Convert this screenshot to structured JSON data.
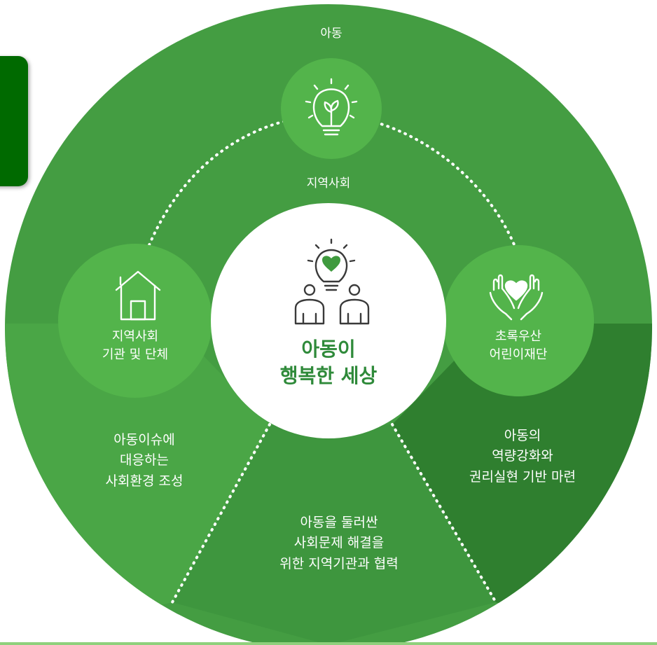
{
  "labels": {
    "top": "아동",
    "inner_top": "지역사회",
    "left_node": [
      "지역사회",
      "기관 및 단체"
    ],
    "right_node": [
      "초록우산",
      "어린이재단"
    ],
    "center": [
      "아동이",
      "행복한 세상"
    ],
    "segment_left": [
      "아동이슈에",
      "대응하는",
      "사회환경 조성"
    ],
    "segment_bottom": [
      "아동을 둘러싼",
      "사회문제 해결을",
      "위한 지역기관과 협력"
    ],
    "segment_right": [
      "아동의",
      "역량강화와",
      "권리실현 기반 마련"
    ]
  },
  "icons": {
    "top_node": "lightbulb-sprout-icon",
    "left_node": "house-icon",
    "right_node": "hands-heart-icon",
    "center": "lightbulb-heart-people-icon"
  },
  "colors": {
    "outer_ring": "#449d42",
    "segment_left": "#4aa646",
    "segment_bottom": "#3e963e",
    "segment_right": "#2f7f2f",
    "node_fill": "#53b44b",
    "center_fill": "#ffffff",
    "center_text": "#2f8a3a",
    "side_tab": "#006a00",
    "bottom_line": "#8fd07c"
  }
}
